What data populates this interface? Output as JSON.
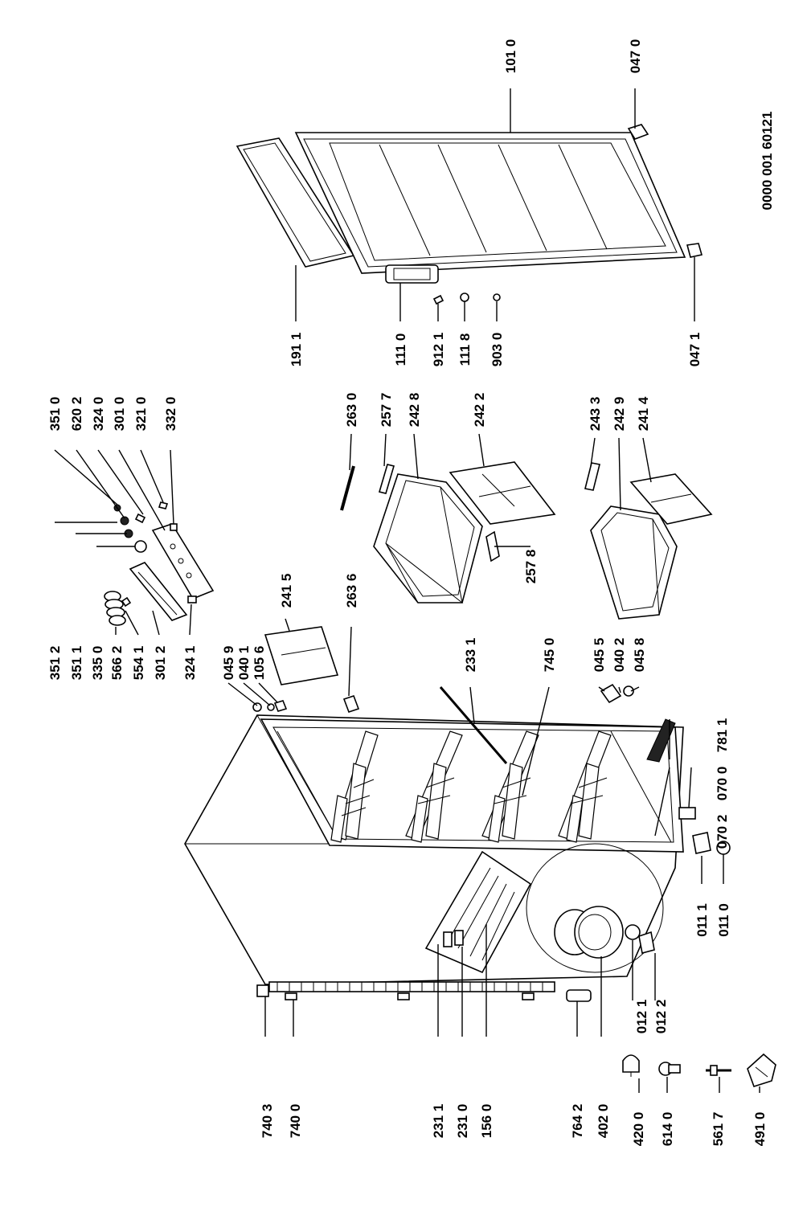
{
  "drawing_number": "0000 001 60121",
  "labels": {
    "l1010": "101 0",
    "l0470": "047 0",
    "l0471": "047 1",
    "l1911": "191 1",
    "l1110": "111 0",
    "l9121": "912 1",
    "l1118": "111 8",
    "l9030": "903 0",
    "l3510": "351 0",
    "l6202": "620 2",
    "l3240": "324 0",
    "l3010": "301 0",
    "l3210": "321 0",
    "l3320": "332 0",
    "l2630": "263 0",
    "l2577": "257 7",
    "l2428": "242 8",
    "l2422": "242 2",
    "l2578": "257 8",
    "l2433": "243 3",
    "l2429": "242 9",
    "l2414": "241 4",
    "l3512": "351 2",
    "l3511": "351 1",
    "l3350": "335 0",
    "l5662": "566 2",
    "l5541": "554 1",
    "l3012": "301 2",
    "l3241": "324 1",
    "l2415": "241 5",
    "l2636": "263 6",
    "l0459": "045 9",
    "l0401": "040 1",
    "l1056": "105 6",
    "l2331": "233 1",
    "l7450": "745 0",
    "l0455": "045 5",
    "l0402": "040 2",
    "l0458": "045 8",
    "l7811": "781 1",
    "l0700": "070 0",
    "l0702": "070 2",
    "l0111": "011 1",
    "l0110": "011 0",
    "l0121": "012 1",
    "l0122": "012 2",
    "l7403": "740 3",
    "l7400": "740 0",
    "l2311": "231 1",
    "l2310": "231 0",
    "l1560": "156 0",
    "l7642": "764 2",
    "l4020": "402 0",
    "l4200": "420 0",
    "l6140": "614 0",
    "l5617": "561 7",
    "l4910": "491 0"
  }
}
